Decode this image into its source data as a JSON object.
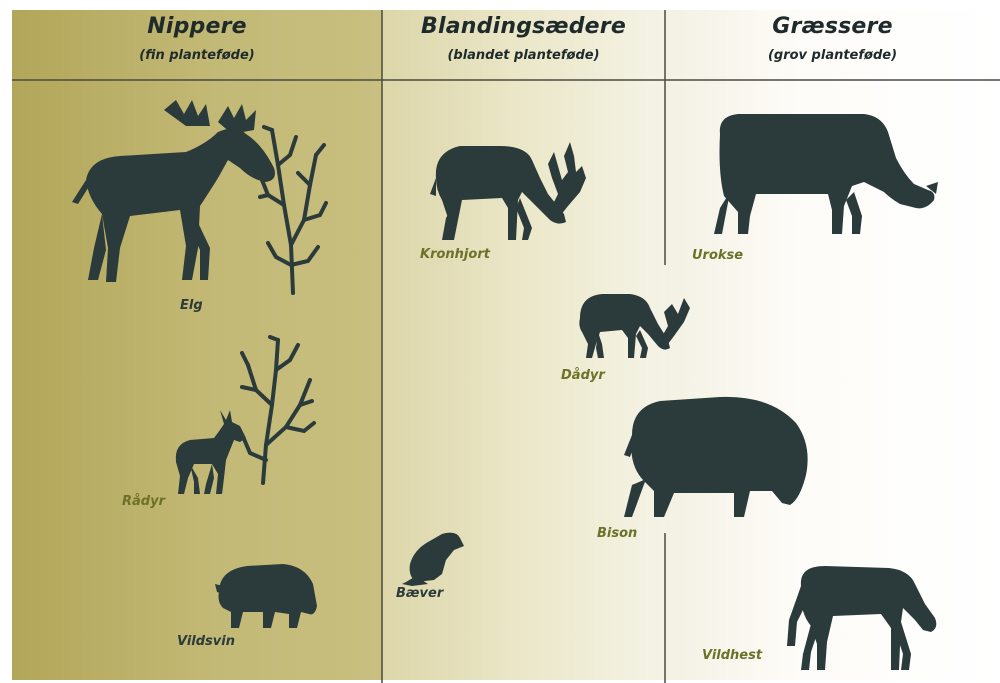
{
  "colors": {
    "silhouette": "#2b3a3a",
    "label_dark": "#2b3a3a",
    "label_gold": "#6b7228",
    "browser_bg": "#b0a55a",
    "divider": "#4a4a40"
  },
  "columns": [
    {
      "title": "Nippere",
      "subtitle": "(fin planteføde)"
    },
    {
      "title": "Blandingsædere",
      "subtitle": "(blandet planteføde)"
    },
    {
      "title": "Græssere",
      "subtitle": "(grov planteføde)"
    }
  ],
  "animals": [
    {
      "label": "Elg",
      "icon": "moose-silhouette"
    },
    {
      "label": "Rådyr",
      "icon": "roe-deer-silhouette"
    },
    {
      "label": "Vildsvin",
      "icon": "wild-boar-silhouette"
    },
    {
      "label": "Kronhjort",
      "icon": "red-deer-silhouette"
    },
    {
      "label": "Dådyr",
      "icon": "fallow-deer-silhouette"
    },
    {
      "label": "Bæver",
      "icon": "beaver-silhouette"
    },
    {
      "label": "Bison",
      "icon": "bison-silhouette"
    },
    {
      "label": "Urokse",
      "icon": "aurochs-silhouette"
    },
    {
      "label": "Vildhest",
      "icon": "wild-horse-silhouette"
    }
  ],
  "plants": [
    {
      "icon": "branch-icon"
    },
    {
      "icon": "branch-icon"
    }
  ]
}
